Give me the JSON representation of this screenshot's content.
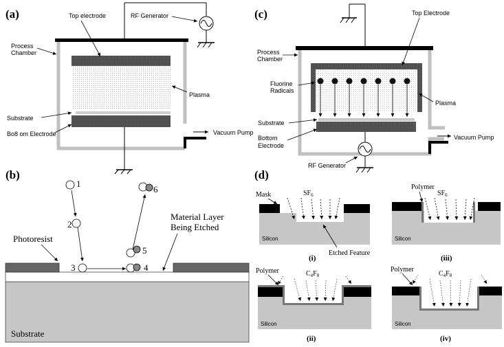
{
  "panels": {
    "a": {
      "label": "(a)",
      "top_electrode": "Top electrode",
      "rf_generator": "RF Generator",
      "process_chamber_1": "Process",
      "process_chamber_2": "Chamber",
      "plasma": "Plasma",
      "substrate": "Substrate",
      "bottom_electrode": "Bo8 om Electrode",
      "vacuum_pump": "Vacuum Pump"
    },
    "b": {
      "label": "(b)",
      "photoresist": "Photoresist",
      "material_layer_1": "Material Layer",
      "material_layer_2": "Being Etched",
      "substrate": "Substrate",
      "steps": [
        "1",
        "2",
        "3",
        "4",
        "5",
        "6"
      ]
    },
    "c": {
      "label": "(c)",
      "top_electrode": "Top Electrode",
      "process_chamber_1": "Process",
      "process_chamber_2": "Chamber",
      "fluorine_1": "Fluorine",
      "fluorine_2": "Radicals",
      "plasma": "Plasma",
      "substrate": "Substrate",
      "bottom_electrode_1": "Bottom",
      "bottom_electrode_2": "Electrode",
      "vacuum_pump": "Vacuum Pump",
      "rf_generator": "RF Generator"
    },
    "d": {
      "label": "(d)",
      "mask": "Mask",
      "sf6": "SF",
      "sf6_sub": "6",
      "polymer": "Polymer",
      "c4f8_c": "C",
      "c4f8_4": "4",
      "c4f8_f": "F",
      "c4f8_8": "8",
      "silicon": "Silicon",
      "etched_feature": "Etched Feature",
      "sub_i": "(i)",
      "sub_ii": "(ii)",
      "sub_iii": "(iii)",
      "sub_iv": "(iv)"
    }
  }
}
